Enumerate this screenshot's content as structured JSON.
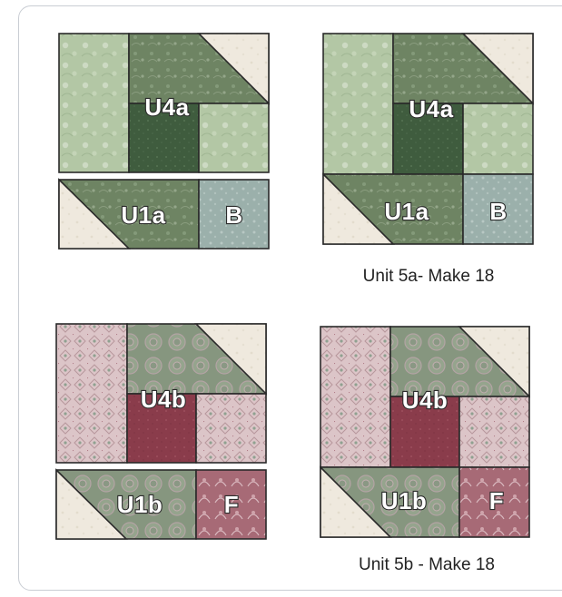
{
  "figures": [
    {
      "id": "green-part",
      "top_label": "U4a",
      "bottom_label": "U1a",
      "side_label": "B",
      "caption": ""
    },
    {
      "id": "green-unit",
      "top_label": "U4a",
      "bottom_label": "U1a",
      "side_label": "B",
      "caption": "Unit 5a- Make 18"
    },
    {
      "id": "pink-part",
      "top_label": "U4b",
      "bottom_label": "U1b",
      "side_label": "F",
      "caption": ""
    },
    {
      "id": "pink-unit",
      "top_label": "U4b",
      "bottom_label": "U1b",
      "side_label": "F",
      "caption": "Unit 5b - Make 18"
    }
  ],
  "colors": {
    "green_light": "#b3c7a5",
    "green_medium": "#6e8463",
    "green_dark": "#3f5c3e",
    "blue_gray": "#9bb0ab",
    "cream": "#efe9de",
    "pink_light": "#dcc5c8",
    "pink_green": "#86967f",
    "maroon": "#8a3c4b",
    "rose": "#a76a76",
    "outline": "#2a2a2a"
  }
}
